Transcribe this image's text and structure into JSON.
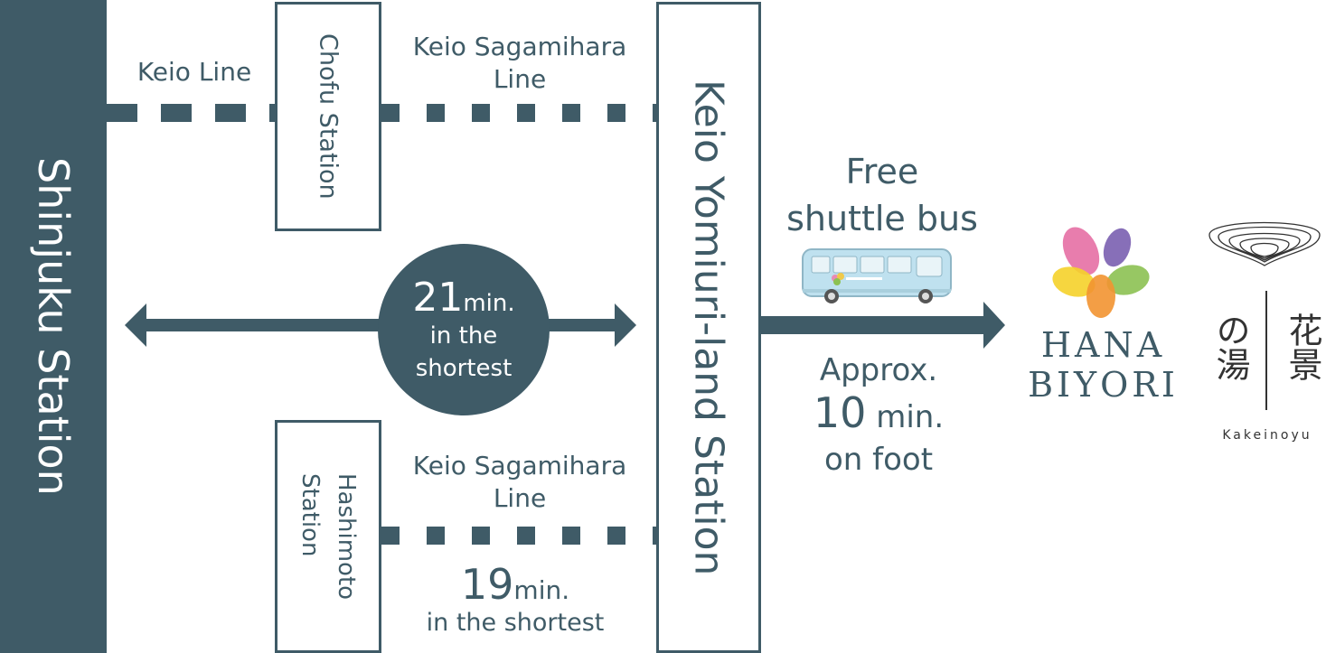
{
  "stations": {
    "shinjuku": "Shinjuku Station",
    "chofu": "Chofu Station",
    "hashimoto": [
      "Hashimoto",
      "Station"
    ],
    "yomiuri_land": "Keio Yomiuri-land Station"
  },
  "lines": {
    "keio": "Keio Line",
    "sagamihara_top": [
      "Keio Sagamihara",
      "Line"
    ],
    "sagamihara_bottom": [
      "Keio Sagamihara",
      "Line"
    ]
  },
  "times": {
    "center": {
      "value": "21",
      "unit": "min.",
      "note": [
        "in the",
        "shortest"
      ]
    },
    "bottom": {
      "value": "19",
      "unit": "min.",
      "note": "in the shortest"
    }
  },
  "shuttle": {
    "label": [
      "Free",
      "shuttle bus"
    ]
  },
  "walk": {
    "line1": "Approx.",
    "value": "10",
    "unit": "min.",
    "line3": "on foot"
  },
  "destination": {
    "name_line1": "HANA",
    "name_line2": "BIYORI",
    "jp_right": "花景",
    "jp_left": "の湯",
    "romaji": "Kakeinoyu"
  },
  "colors": {
    "primary": "#3f5b67",
    "bus": "#bfe1ef"
  }
}
